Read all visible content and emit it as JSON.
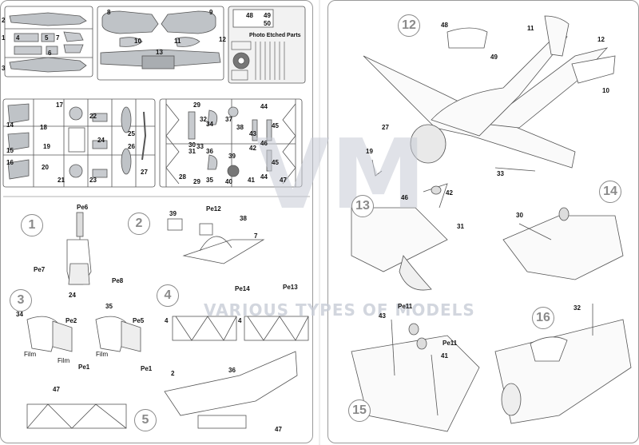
{
  "sprue_photo_etch": {
    "title": "Photo Etched Parts",
    "subtitle": "Various Types of Models  VM-48011",
    "parts": [
      "48",
      "49",
      "50"
    ]
  },
  "sprue_a_labels": [
    "1",
    "2",
    "3",
    "4",
    "5",
    "6",
    "7"
  ],
  "sprue_b_labels": [
    "8",
    "9",
    "10",
    "11",
    "12",
    "13"
  ],
  "sprue_c_labels": [
    "14",
    "15",
    "16",
    "17",
    "18",
    "19",
    "20",
    "21",
    "22",
    "23",
    "24",
    "25",
    "26",
    "27"
  ],
  "sprue_d_labels": [
    "28",
    "29",
    "29",
    "30",
    "31",
    "32",
    "33",
    "34",
    "35",
    "36",
    "37",
    "38",
    "39",
    "40",
    "41",
    "42",
    "43",
    "44",
    "44",
    "45",
    "45",
    "46",
    "47"
  ],
  "steps": [
    "1",
    "2",
    "3",
    "4",
    "5",
    "12",
    "13",
    "14",
    "15",
    "16"
  ],
  "step1": {
    "labels": [
      "Pe6",
      "Pe7",
      "Pe8",
      "24"
    ]
  },
  "step2": {
    "labels": [
      "39",
      "Pe12",
      "38",
      "7"
    ]
  },
  "step3": {
    "labels": [
      "34",
      "Pe2",
      "35",
      "Pe5",
      "Film",
      "Film",
      "Pe1",
      "Film",
      "Pe1"
    ]
  },
  "step4": {
    "labels": [
      "Pe14",
      "Pe13",
      "4",
      "4"
    ]
  },
  "step5": {
    "labels": [
      "47",
      "2",
      "36",
      "47"
    ]
  },
  "step12": {
    "labels": [
      "48",
      "11",
      "12",
      "49",
      "10",
      "27",
      "19",
      "33"
    ]
  },
  "step13": {
    "labels": [
      "46",
      "42",
      "31"
    ]
  },
  "step14": {
    "labels": [
      "30"
    ]
  },
  "step15": {
    "labels": [
      "43",
      "Pe11",
      "Pe11",
      "41"
    ]
  },
  "step16": {
    "labels": [
      "32"
    ]
  },
  "watermark": {
    "big": "VM",
    "text": "VARIOUS TYPES OF MODELS"
  }
}
